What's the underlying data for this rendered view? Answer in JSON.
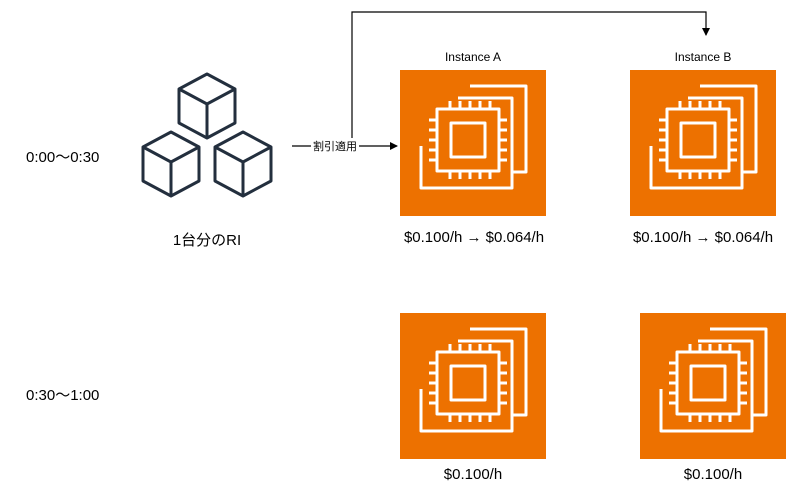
{
  "rows": [
    {
      "time_label": "0:00〜0:30"
    },
    {
      "time_label": "0:30〜1:00"
    }
  ],
  "ri": {
    "caption": "1台分のRI",
    "icon": "reserved-instance-cubes-icon"
  },
  "arrow": {
    "label": "割引適用"
  },
  "instances": {
    "row1": [
      {
        "title": "Instance A",
        "price": "$0.100/h → $0.064/h"
      },
      {
        "title": "Instance B",
        "price": "$0.100/h → $0.064/h"
      }
    ],
    "row2": [
      {
        "price": "$0.100/h"
      },
      {
        "price": "$0.100/h"
      }
    ]
  },
  "colors": {
    "ec2_orange": "#ED7100",
    "icon_line": "#ffffff",
    "connector": "#000000"
  },
  "icons": {
    "instance": "ec2-instance-icon"
  }
}
